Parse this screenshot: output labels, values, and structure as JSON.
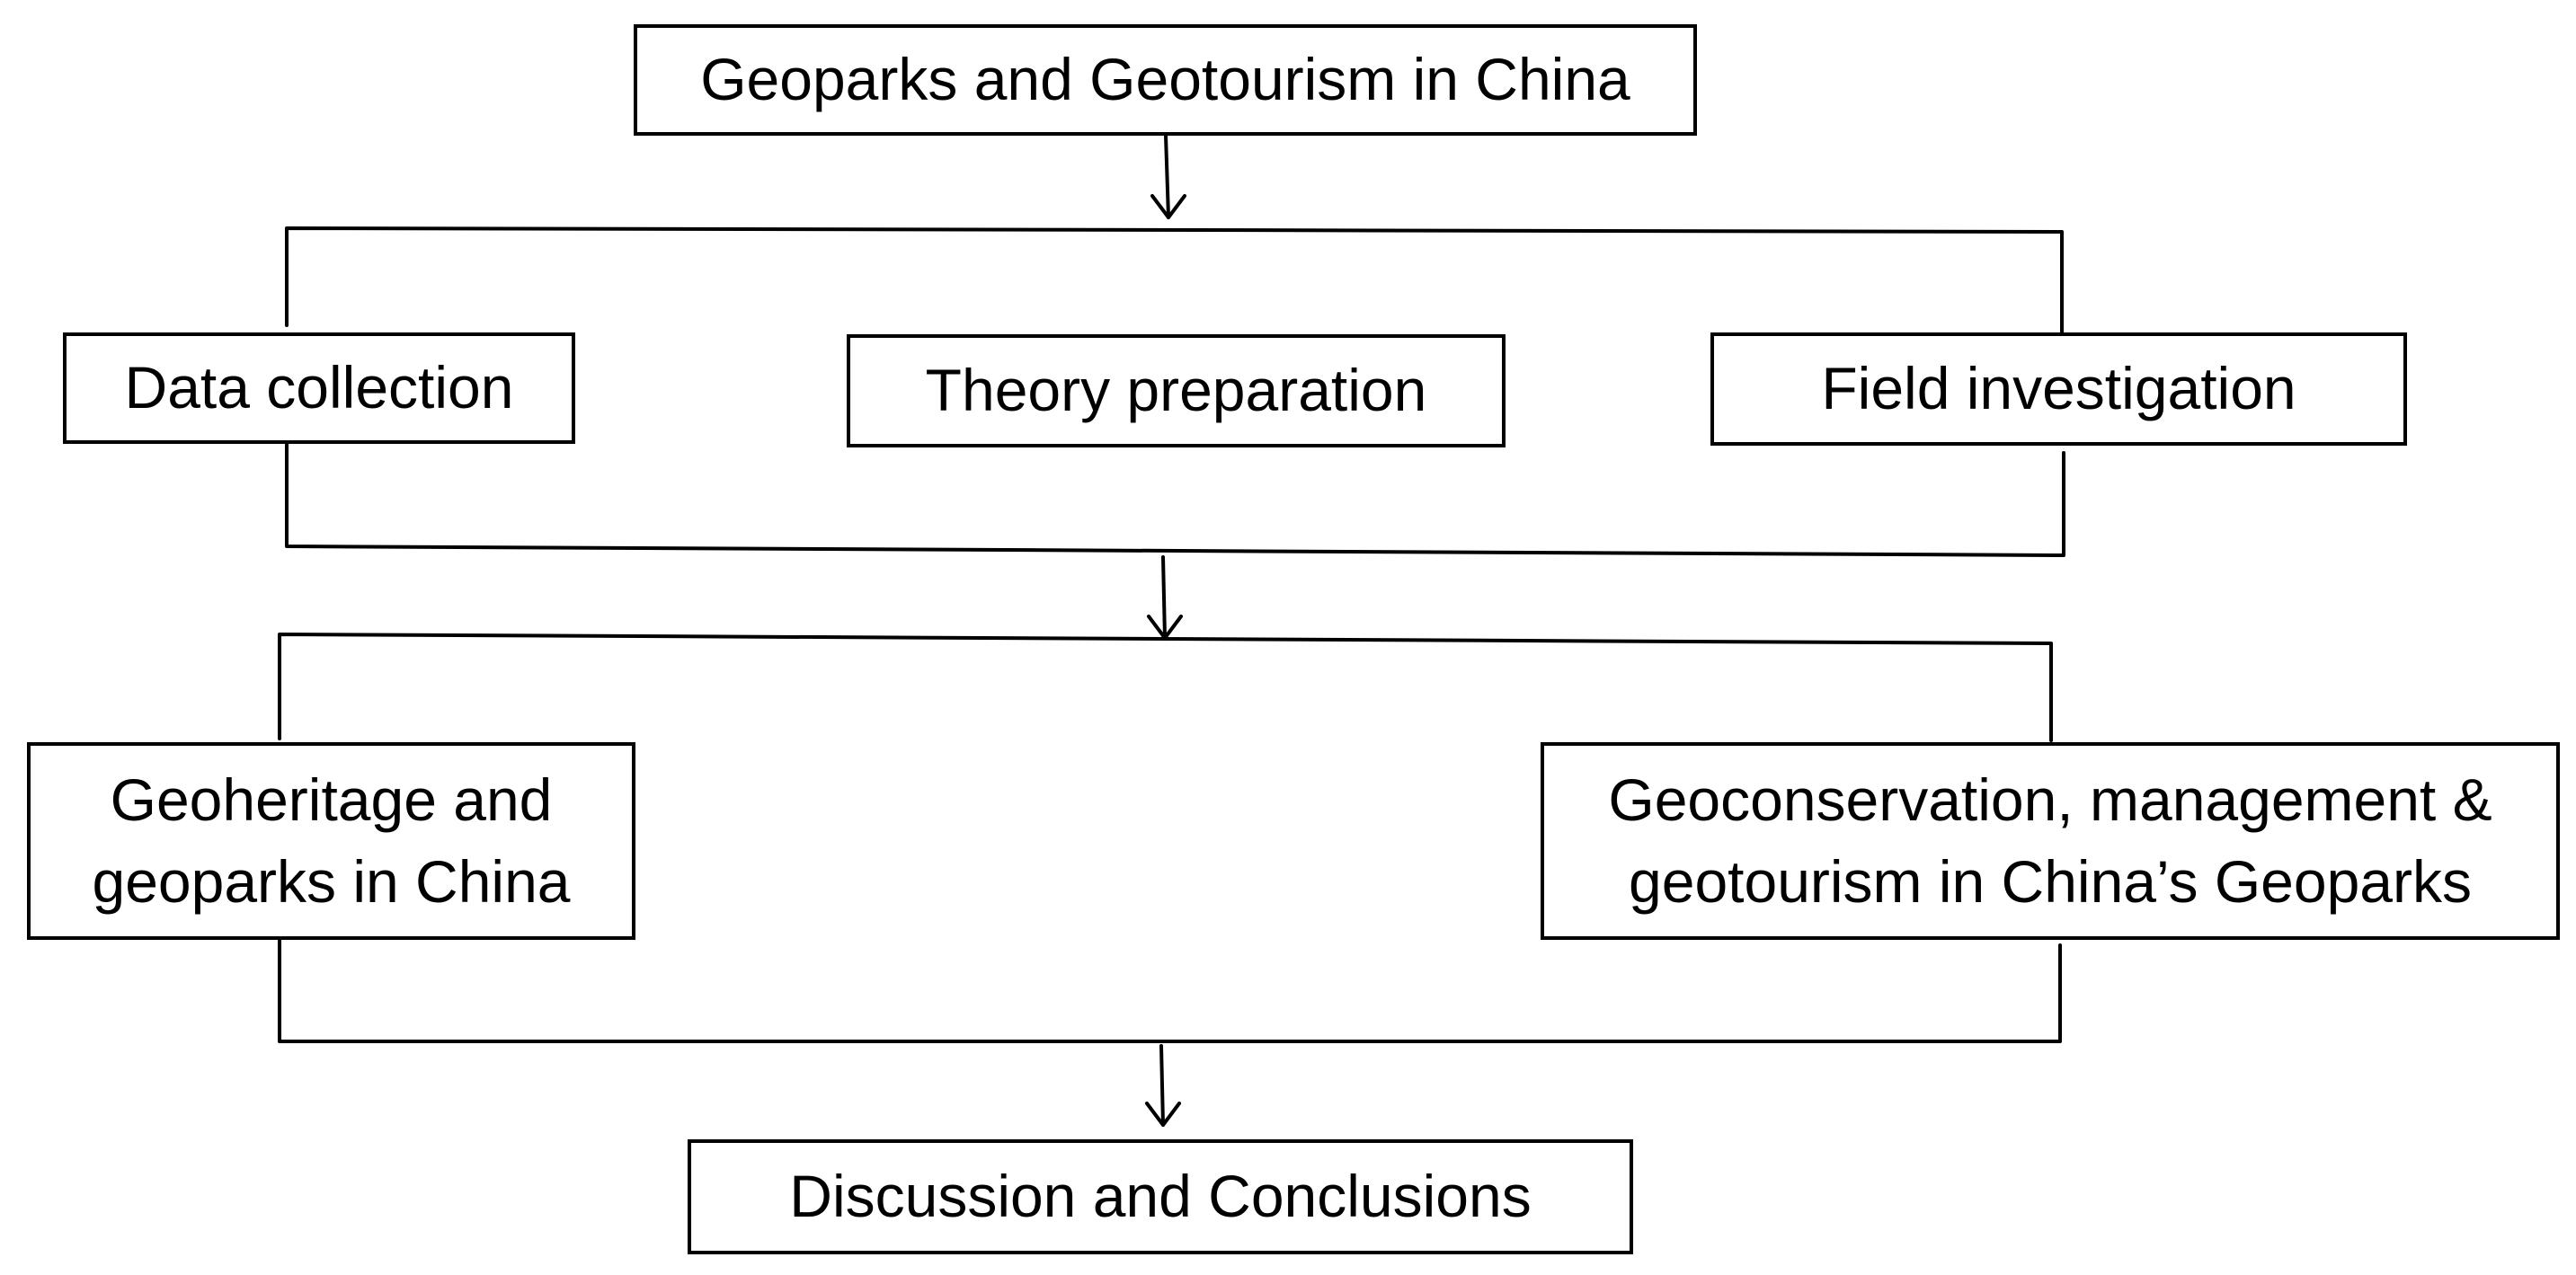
{
  "nodes": {
    "top": "Geoparks and Geotourism in China",
    "data_collection": "Data collection",
    "theory_preparation": "Theory preparation",
    "field_investigation": "Field investigation",
    "geoheritage_line1": "Geoheritage and",
    "geoheritage_line2": "geoparks in China",
    "geoconservation_line1": "Geoconservation, management &",
    "geoconservation_line2": "geotourism in China’s Geoparks",
    "conclusion": "Discussion and Conclusions"
  },
  "colors": {
    "stroke": "#000000",
    "background": "#ffffff",
    "text": "#000000"
  }
}
